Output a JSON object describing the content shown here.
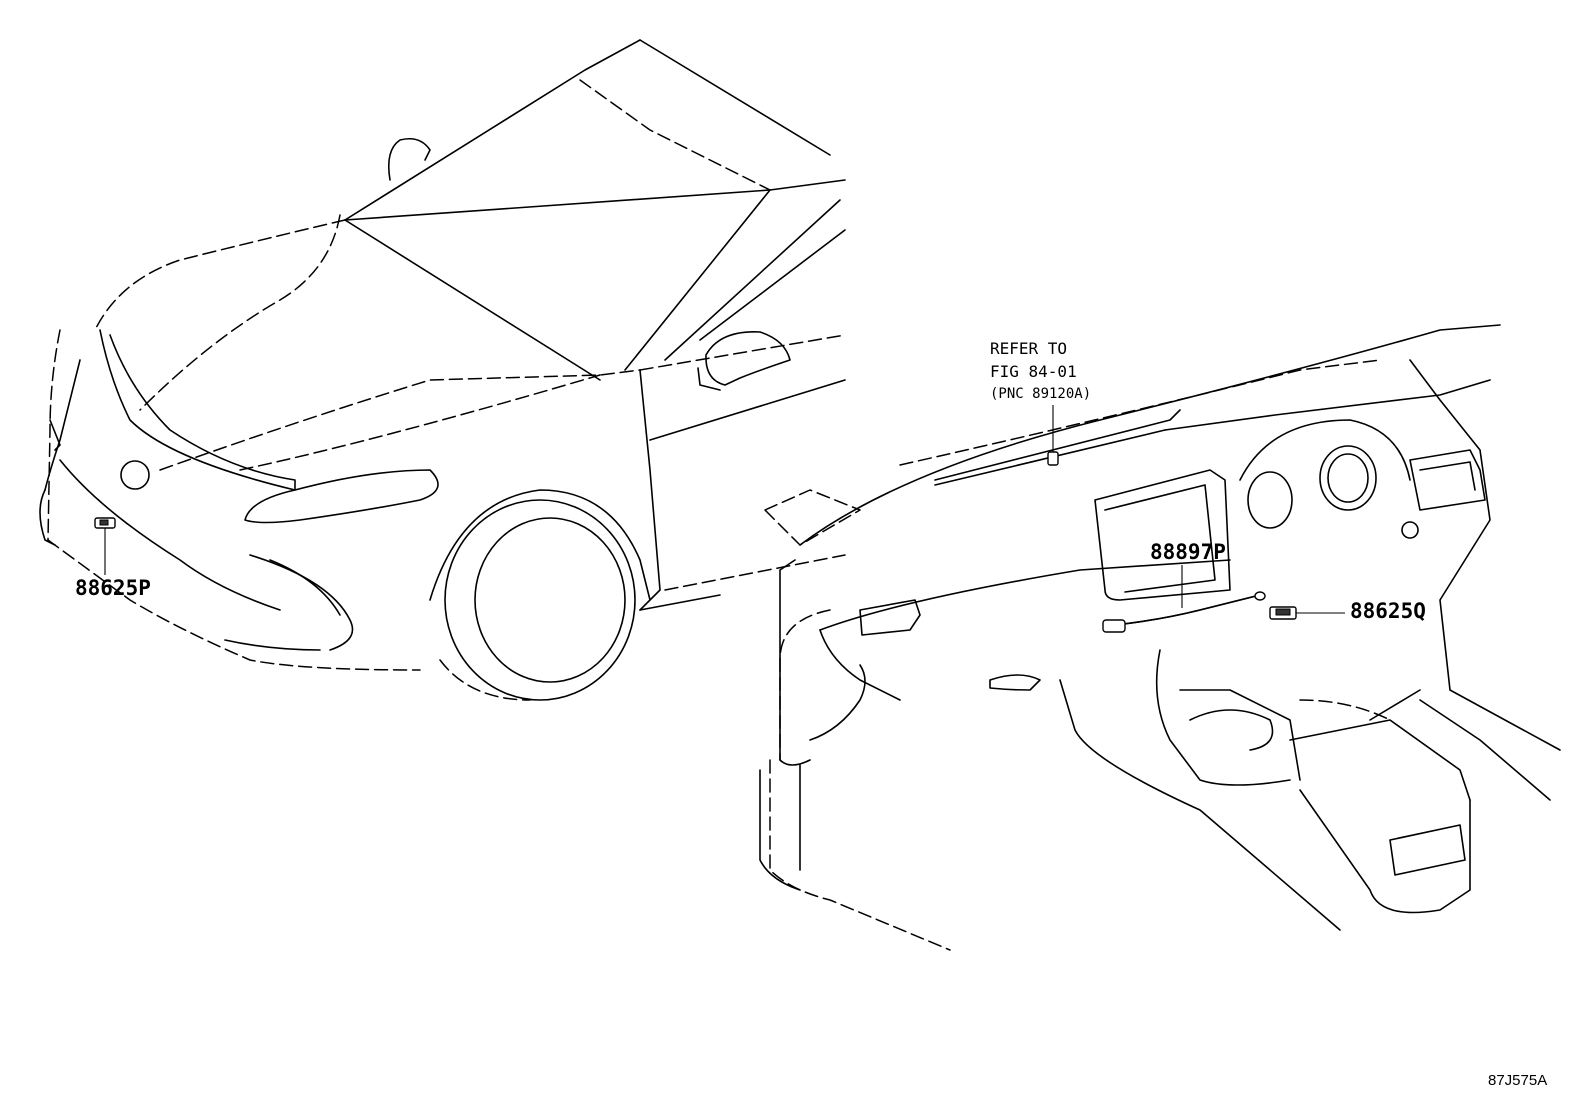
{
  "diagram": {
    "figure_id": "87J575A",
    "callouts": [
      {
        "id": "front",
        "part_number": "88625P"
      },
      {
        "id": "cable",
        "part_number": "88897P"
      },
      {
        "id": "dash",
        "part_number": "88625Q"
      }
    ],
    "reference_note": {
      "line1": "REFER TO",
      "line2": "FIG 84-01",
      "line3": "(PNC 89120A)"
    }
  }
}
